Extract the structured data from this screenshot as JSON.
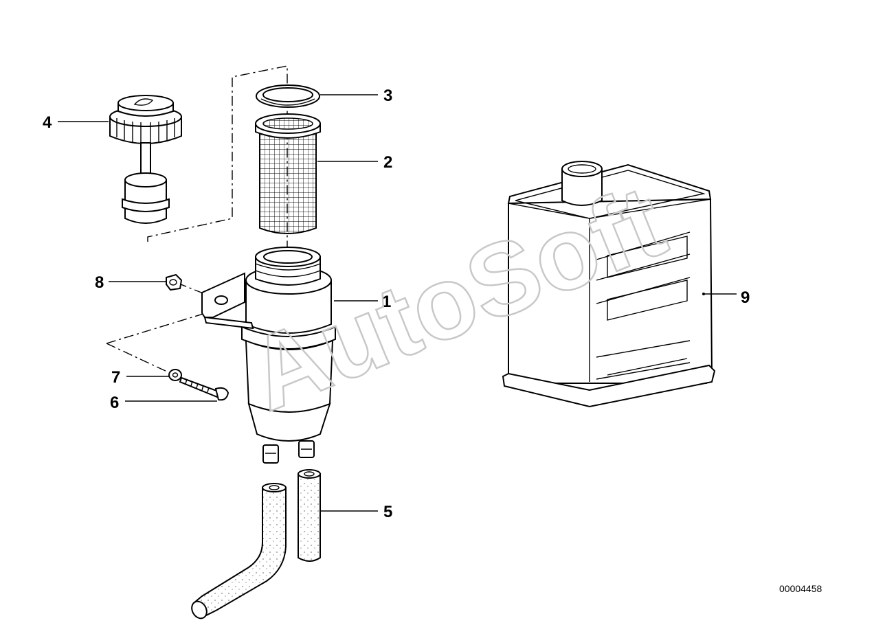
{
  "callouts": [
    {
      "id": "1",
      "label": "1"
    },
    {
      "id": "2",
      "label": "2"
    },
    {
      "id": "3",
      "label": "3"
    },
    {
      "id": "4",
      "label": "4"
    },
    {
      "id": "5",
      "label": "5"
    },
    {
      "id": "6",
      "label": "6"
    },
    {
      "id": "7",
      "label": "7"
    },
    {
      "id": "8",
      "label": "8"
    },
    {
      "id": "9",
      "label": "9"
    }
  ],
  "drawing_number": "00004458",
  "watermark": "AutoSoft"
}
